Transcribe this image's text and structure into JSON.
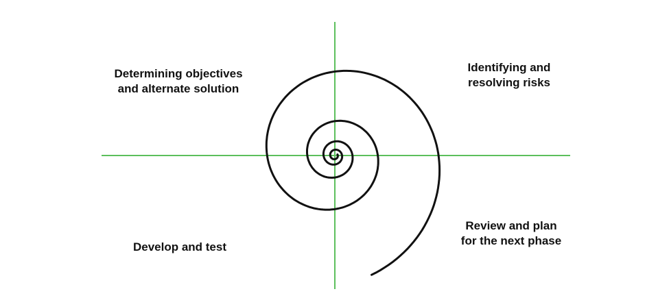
{
  "quadrants": {
    "top_left": [
      "Determining objectives",
      "and alternate solution"
    ],
    "top_right": [
      "Identifying and",
      "resolving risks"
    ],
    "bottom_left": [
      "Develop and test"
    ],
    "bottom_right": [
      "Review and plan",
      "for the next phase"
    ]
  },
  "colors": {
    "axis": "#5cbf5c",
    "spiral": "#111111",
    "text": "#111111"
  }
}
